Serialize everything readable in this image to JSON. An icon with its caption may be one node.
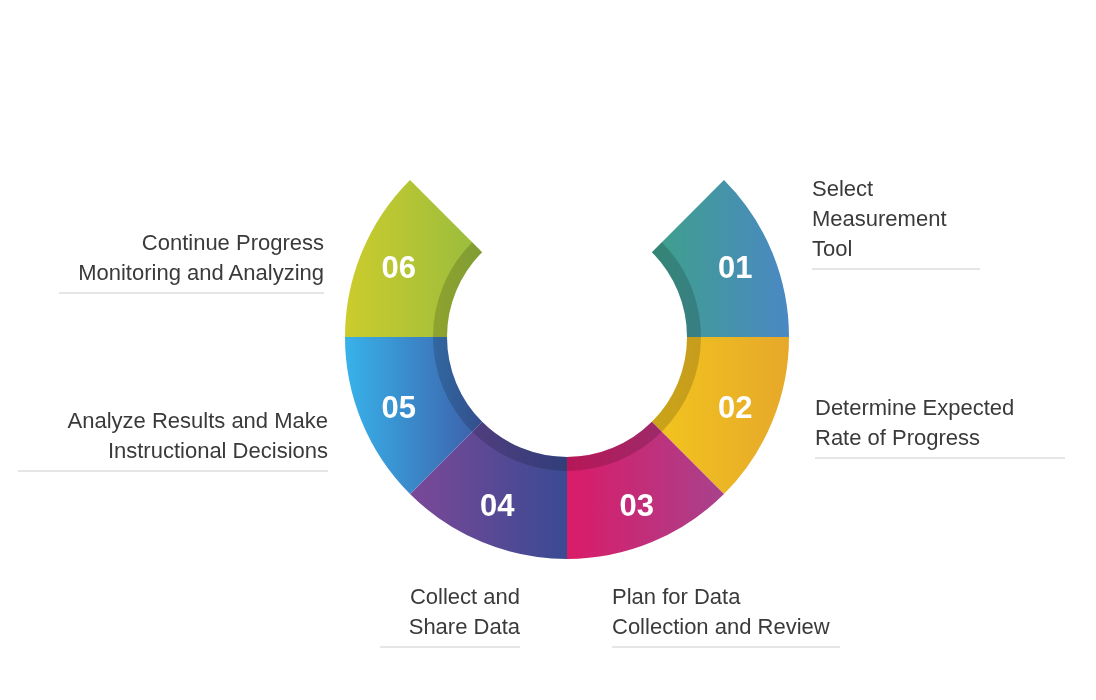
{
  "diagram": {
    "nodes": [
      {
        "text": [
          "01"
        ],
        "beside": [
          "Select Measurement Tool"
        ]
      },
      {
        "text": [
          "02"
        ],
        "beside": [
          "Determine Expected Rate of Progress"
        ]
      },
      {
        "text": [
          "03"
        ],
        "beside": [
          "Plan for Data Collection and Review"
        ]
      },
      {
        "text": [
          "04"
        ],
        "beside": [
          "Collect and Share Data"
        ]
      },
      {
        "text": [
          "05"
        ],
        "beside": [
          "Analyze Results and Make Instructional Decisions"
        ]
      },
      {
        "text": [
          "06"
        ],
        "beside": [
          "Continue Progress Monitoring and Analyzing"
        ]
      }
    ]
  }
}
